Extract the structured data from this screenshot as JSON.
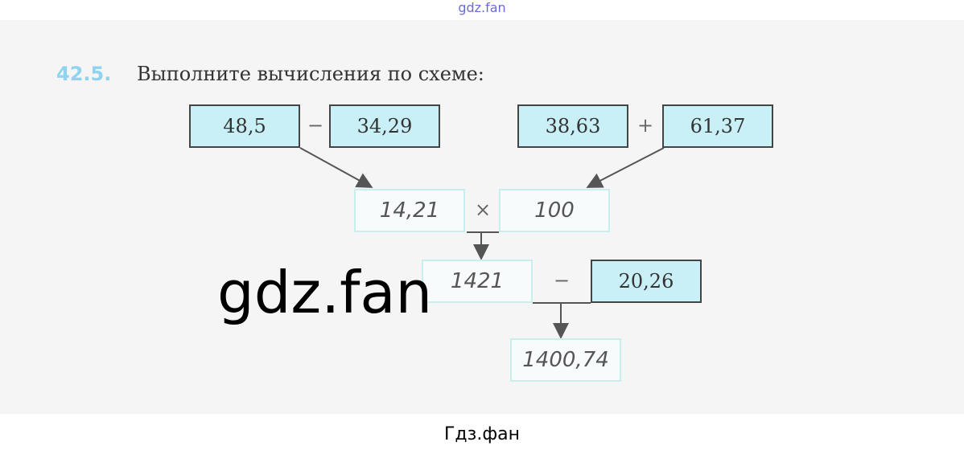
{
  "header": {
    "watermark": "gdz.fan"
  },
  "task": {
    "number": "42.5.",
    "text": "Выполните вычисления по схеме:"
  },
  "scheme": {
    "row1": {
      "a": "48,5",
      "op1": "−",
      "b": "34,29",
      "c": "38,63",
      "op2": "+",
      "d": "61,37"
    },
    "row2": {
      "a": "14,21",
      "op": "×",
      "b": "100"
    },
    "row3": {
      "a": "1421",
      "op": "−",
      "b": "20,26"
    },
    "row4": {
      "result": "1400,74"
    }
  },
  "watermark": "gdz.fan",
  "footer": {
    "text": "Гдз.фан"
  }
}
